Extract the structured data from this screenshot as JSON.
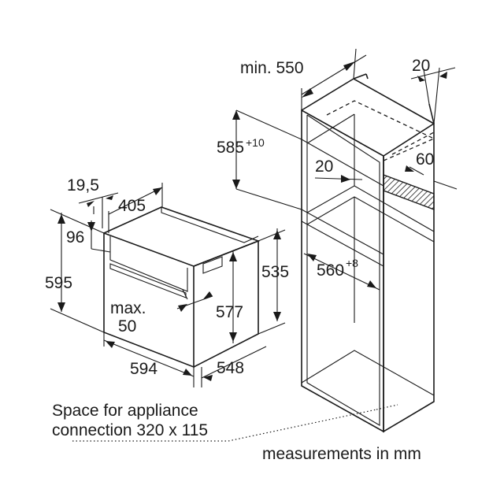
{
  "dimensions": {
    "min_550": "min. 550",
    "d_20_top": "20",
    "d_585": "585",
    "d_585_tol": "+10",
    "d_20_inner": "20",
    "d_60": "60",
    "d_560": "560",
    "d_560_tol": "+8",
    "d_19_5": "19,5",
    "d_405": "405",
    "d_96": "96",
    "d_595": "595",
    "d_535": "535",
    "d_577": "577",
    "max_label": "max.",
    "max_value": "50",
    "d_594": "594",
    "d_548": "548"
  },
  "notes": {
    "connection_line1": "Space for appliance",
    "connection_line2": "connection 320 x 115",
    "units": "measurements in mm"
  },
  "colors": {
    "line": "#1a1a1a",
    "background": "#ffffff"
  }
}
